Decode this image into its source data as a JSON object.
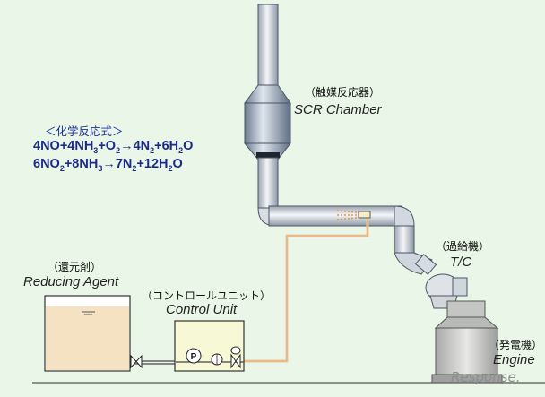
{
  "labels": {
    "scr_jp": "（触媒反応器）",
    "scr_en": "SCR Chamber",
    "agent_jp": "（還元剤）",
    "agent_en": "Reducing Agent",
    "control_jp": "（コントロールユニット）",
    "control_en": "Control Unit",
    "tc_jp": "（過給機）",
    "tc_en": "T/C",
    "engine_jp": "（発電機）",
    "engine_en": "Engine"
  },
  "chem_title": "＜化学反応式＞",
  "eq1": {
    "a": "4NO+4NH",
    "b": "3",
    "c": "+O",
    "d": "2",
    "e": "→4N",
    "f": "2",
    "g": "+6H",
    "h": "2",
    "i": "O"
  },
  "eq2": {
    "a": "6NO",
    "b": "2",
    "c": "+8NH",
    "d": "3",
    "e": "→7N",
    "f": "2",
    "g": "+12H",
    "h": "2",
    "i": "O"
  },
  "pump_letter": "P",
  "watermark": "Response.",
  "colors": {
    "pipe": "#c8d0dc",
    "pipe_edge": "#4a5563",
    "feed_line": "#f0c898",
    "tank_fill": "#f5e2c3",
    "unit_fill": "#f6f8d6",
    "equation": "#1c2a8c"
  }
}
